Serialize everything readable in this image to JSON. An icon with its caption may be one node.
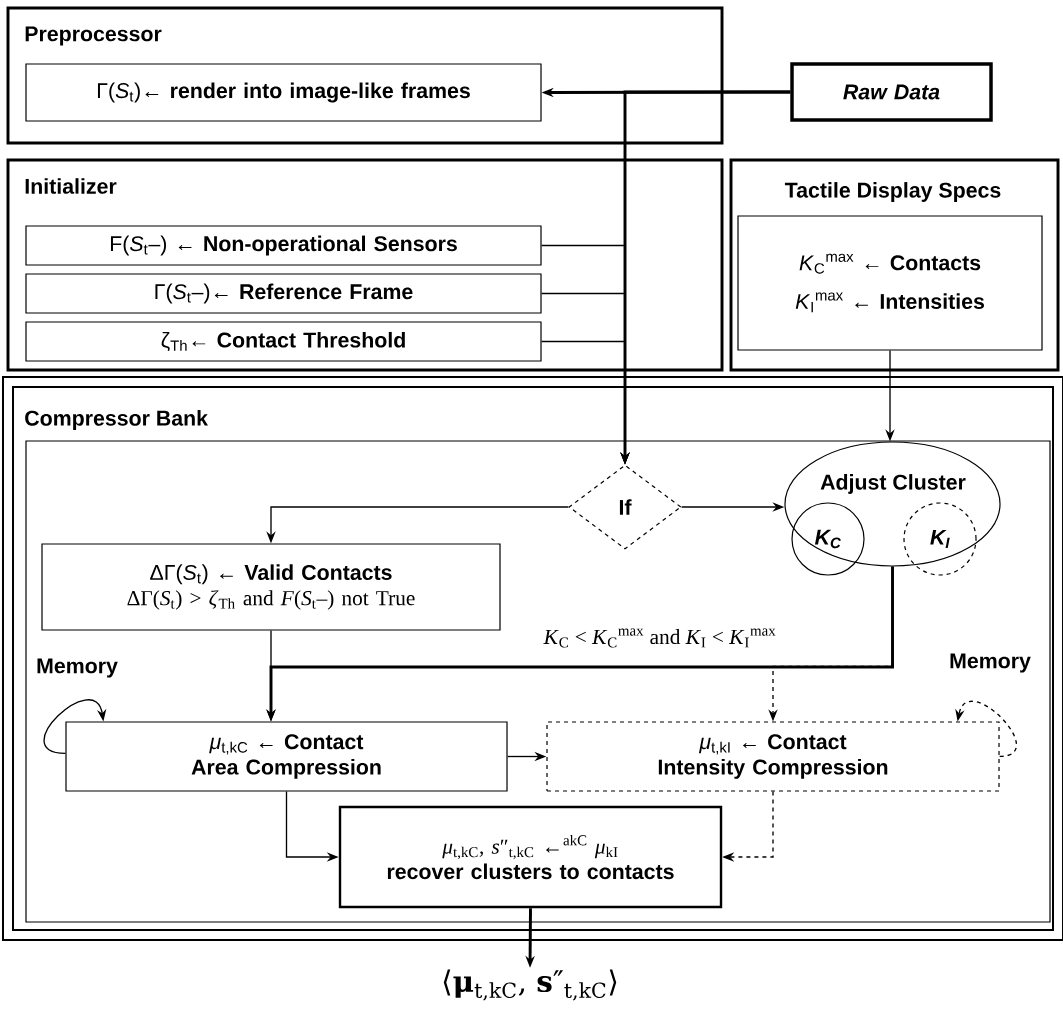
{
  "diagram": {
    "nodes": [
      {
        "text": [
          "Preprocessor"
        ]
      },
      {
        "text": [
          "Γ(*S*$_{t}$)← **render into image-like frames**"
        ],
        "in": 0
      },
      {
        "text": [
          "Raw Data"
        ]
      },
      {
        "text": [
          "Initializer"
        ]
      },
      {
        "text": [
          "F(*S*$_{t}$–) ← **Non-operational Sensors**"
        ],
        "in": 3
      },
      {
        "text": [
          "Γ(*S*$_{t}$–)← **Reference Frame**"
        ],
        "in": 3
      },
      {
        "text": [
          "ζ$_{Th}$← **Contact Threshold**"
        ],
        "in": 3
      },
      {
        "text": [
          "Tactile Display Specs"
        ]
      },
      {
        "text": [
          "*K*$_{C}$$^{max}$ ← **Contacts**",
          "*K*$_{I}$$^{max}$ ← **Intensities**"
        ],
        "in": 7
      },
      {
        "text": [
          "Compressor Bank"
        ]
      },
      {
        "text": [],
        "shape": "box",
        "in": 9
      },
      {
        "text": [
          "If"
        ],
        "in": 10
      },
      {
        "text": [
          "Adjust Cluster"
        ],
        "in": 10
      },
      {
        "text": [
          "K$_{C}$"
        ],
        "in": 12
      },
      {
        "text": [
          "K$_{I}$"
        ],
        "in": 12
      },
      {
        "text": [
          "ΔΓ(*S*$_{t}$) ← **Valid Contacts**",
          "ΔΓ(*S*$_{t}$) > *ζ*$_{Th}$ and *F*(*S*$_{t}$–) not True"
        ],
        "in": 10
      },
      {
        "text": [
          "*μ*$_{t,kC}$ ← **Contact Area Compression**"
        ],
        "in": 10
      },
      {
        "text": [
          "*μ*$_{t,kI}$ ← **Contact Intensity Compression**"
        ],
        "in": 10
      },
      {
        "text": [
          "*μ*$_{t,kC}$, *s*″$_{t,kC}$ ←$^{akC}$ *μ*$_{kI}$",
          "recover clusters to contacts"
        ],
        "in": 10
      },
      {
        "text": [
          "⟨**μ**$_{t,kC}$, **s**″$_{t,kC}$⟩"
        ]
      }
    ],
    "edges": [
      {
        "from": 2,
        "to": 1,
        "arrow": "to",
        "style": "thick"
      },
      {
        "from": 2,
        "to": 11,
        "arrow": "to",
        "style": "thick"
      },
      {
        "from": 4,
        "to": 11,
        "arrow": "to"
      },
      {
        "from": 5,
        "to": 11,
        "arrow": "to"
      },
      {
        "from": 6,
        "to": 11,
        "arrow": "to"
      },
      {
        "from": 8,
        "to": 12,
        "arrow": "to"
      },
      {
        "from": 11,
        "to": 15,
        "arrow": "to"
      },
      {
        "from": 11,
        "to": 12,
        "arrow": "to"
      },
      {
        "from": 15,
        "to": 16,
        "arrow": "to"
      },
      {
        "from": 12,
        "to": 16,
        "arrow": "to",
        "style": "thick",
        "label": "*K*$_{C}$ < *K*$_{C}$$^{max}$ and *K*$_{I}$ < *K*$_{I}$$^{max}$"
      },
      {
        "from": 12,
        "to": 17,
        "arrow": "to",
        "style": "dashed"
      },
      {
        "from": 16,
        "to": 17,
        "arrow": "to"
      },
      {
        "from": 16,
        "to": 18,
        "arrow": "to"
      },
      {
        "from": 17,
        "to": 18,
        "arrow": "to",
        "style": "dashed"
      },
      {
        "from": 18,
        "to": 19,
        "arrow": "to",
        "style": "thick"
      },
      {
        "from": 16,
        "to": 16,
        "arrow": "to",
        "label": "Memory"
      },
      {
        "from": 17,
        "to": 17,
        "arrow": "to",
        "style": "dashed",
        "label": "Memory"
      }
    ]
  }
}
